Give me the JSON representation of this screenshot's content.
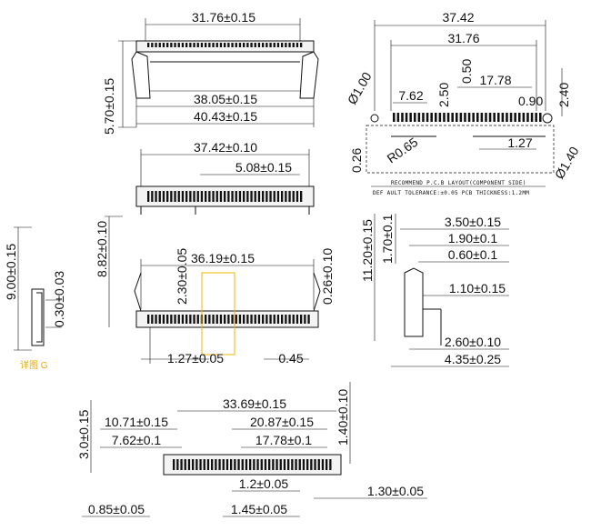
{
  "views": {
    "top_front": {
      "dim_top": "31.76±0.15",
      "dim_height": "5.70±0.15",
      "dim_inner": "38.05±0.15",
      "dim_outer": "40.43±0.15"
    },
    "pcb_layout": {
      "dim_total": "37.42",
      "dim_span": "31.76",
      "dim_half": "17.78",
      "dim_gap": "0.50",
      "dim_left": "7.62",
      "dim_h": "2.50",
      "dim_pad": "0.90",
      "dim_side": "2.40",
      "dim_hole_left": "Ø1.00",
      "dim_radius": "R0.65",
      "dim_pitch": "1.27",
      "dim_hole_right": "Ø1.40",
      "dim_offset": "0.26",
      "title_line": "RECOMMEND P.C.B LAYOUT(COMPONENT SIDE)",
      "note_line": "DEF AULT TOLERANCE:±0.05 PCB THICKNESS:1.2MM"
    },
    "top_plan": {
      "dim_width": "37.42±0.10",
      "dim_step": "5.08±0.15"
    },
    "main_front": {
      "dim_height": "8.82±0.10",
      "dim_width": "36.19±0.15",
      "dim_post": "2.30±0.05",
      "dim_right": "0.26±0.10",
      "dim_pitch": "1.27±0.05",
      "dim_pin": "0.45"
    },
    "left_side": {
      "dim_height": "9.00±0.15",
      "dim_thick": "0.30±0.03",
      "note": "详图 G"
    },
    "right_side": {
      "dim_height": "11.20±0.15",
      "dim_top": "1.70±0.1",
      "dim_a": "3.50±0.15",
      "dim_b": "1.90±0.1",
      "dim_c": "0.60±0.1",
      "dim_d": "1.10±0.15",
      "dim_e": "2.60±0.10",
      "dim_f": "4.35±0.25"
    },
    "bottom_view": {
      "dim_height": "3.0±0.15",
      "dim_right": "1.40±0.10",
      "dim_total": "33.69±0.15",
      "dim_left": "10.71±0.15",
      "dim_right_span": "20.87±0.15",
      "dim_a": "7.62±0.1",
      "dim_b": "17.78±0.1",
      "dim_c": "1.2±0.05",
      "dim_d": "1.30±0.05",
      "dim_e": "0.85±0.05",
      "dim_f": "1.45±0.05"
    }
  }
}
